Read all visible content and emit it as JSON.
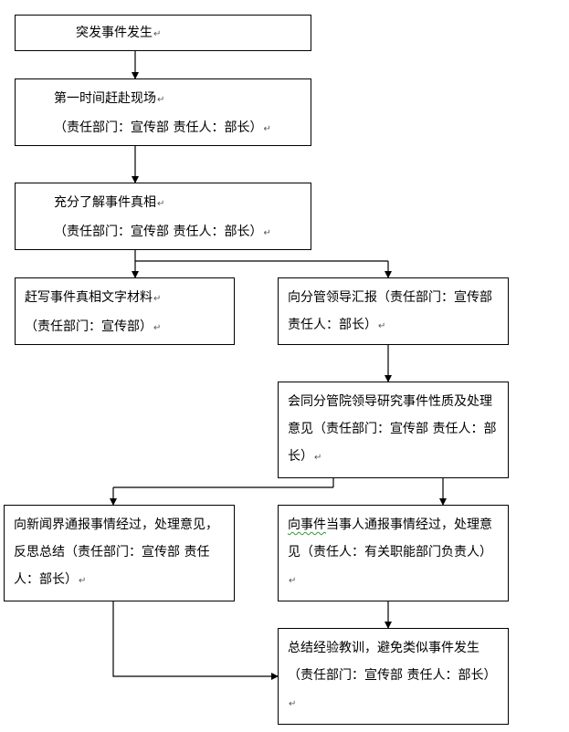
{
  "return_mark": "↵",
  "steps": {
    "occur": {
      "l1": "突发事件发生"
    },
    "rush": {
      "l1": "第一时间赶赴现场",
      "l2": "（责任部门：宣传部 责任人：部长）"
    },
    "understand": {
      "l1": "充分了解事件真相",
      "l2": "（责任部门：宣传部 责任人：部长）"
    },
    "draft": {
      "l1": "赶写事件真相文字材料",
      "l2": "（责任部门：宣传部）"
    },
    "report_leader": {
      "text": "向分管领导汇报（责任部门：宣传部 责任人：部长）"
    },
    "research": {
      "text": "会同分管院领导研究事件性质及处理意见（责任部门：宣传部 责任人：部长）"
    },
    "notify_press": {
      "text": "向新闻界通报事情经过，处理意见，反思总结（责任部门：宣传部 责任人：部长）"
    },
    "notify_party": {
      "underlined": "向事件",
      "text": "当事人通报事情经过，处理意见（责任人：有关职能部门负责人）"
    },
    "summary": {
      "text": "总结经验教训，避免类似事件发生（责任部门：宣传部 责任人：部长）"
    }
  }
}
